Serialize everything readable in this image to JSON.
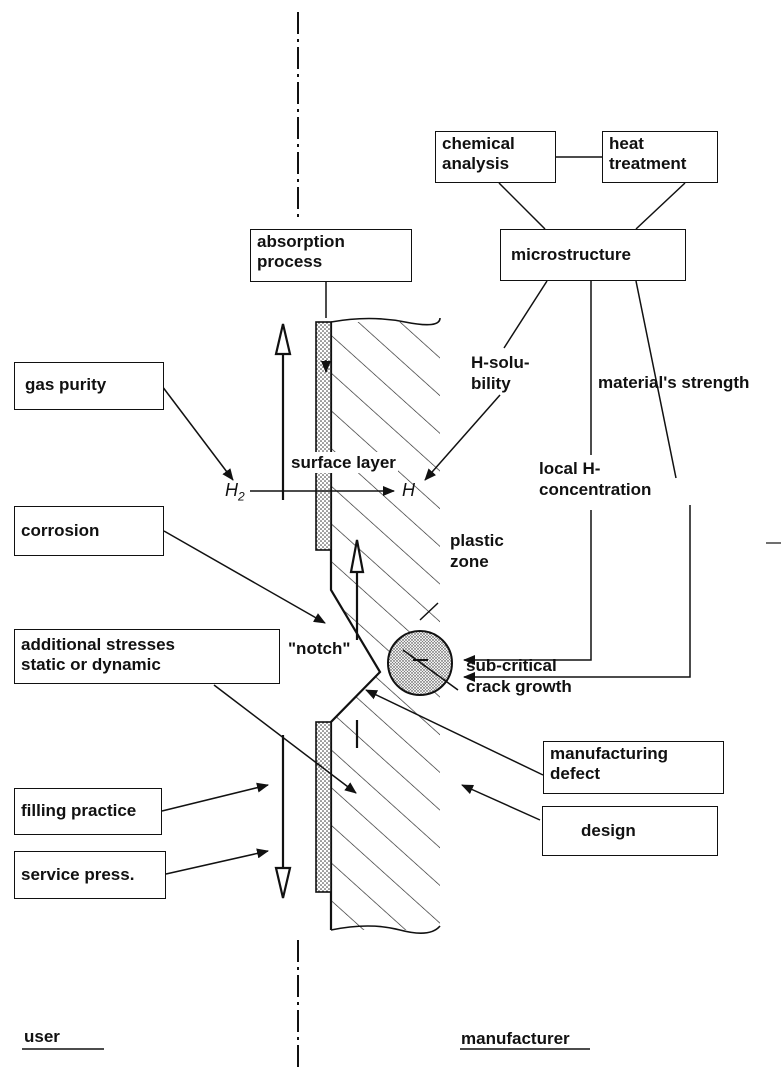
{
  "boxes": {
    "chemical_analysis": "chemical\nanalysis",
    "heat_treatment": "heat\ntreatment",
    "absorption_process": "absorption\nprocess",
    "microstructure": "microstructure",
    "gas_purity": "gas purity",
    "corrosion": "corrosion",
    "additional_stresses": "additional stresses\nstatic or dynamic",
    "manufacturing_defect": "manufacturing\ndefect",
    "design": "design",
    "filling_practice": "filling practice",
    "service_press": "service press."
  },
  "labels": {
    "h_solubility": "H-solu-\nbility",
    "materials_strength": "material's strength",
    "local_h_concentration": "local H-\nconcentration",
    "surface_layer": "surface layer",
    "h2": "H",
    "h2_sub": "2",
    "h": "H",
    "plastic_zone": "plastic\nzone",
    "notch": "\"notch\"",
    "sub_critical": "sub-critical\ncrack growth",
    "user": "user",
    "manufacturer": "manufacturer"
  }
}
